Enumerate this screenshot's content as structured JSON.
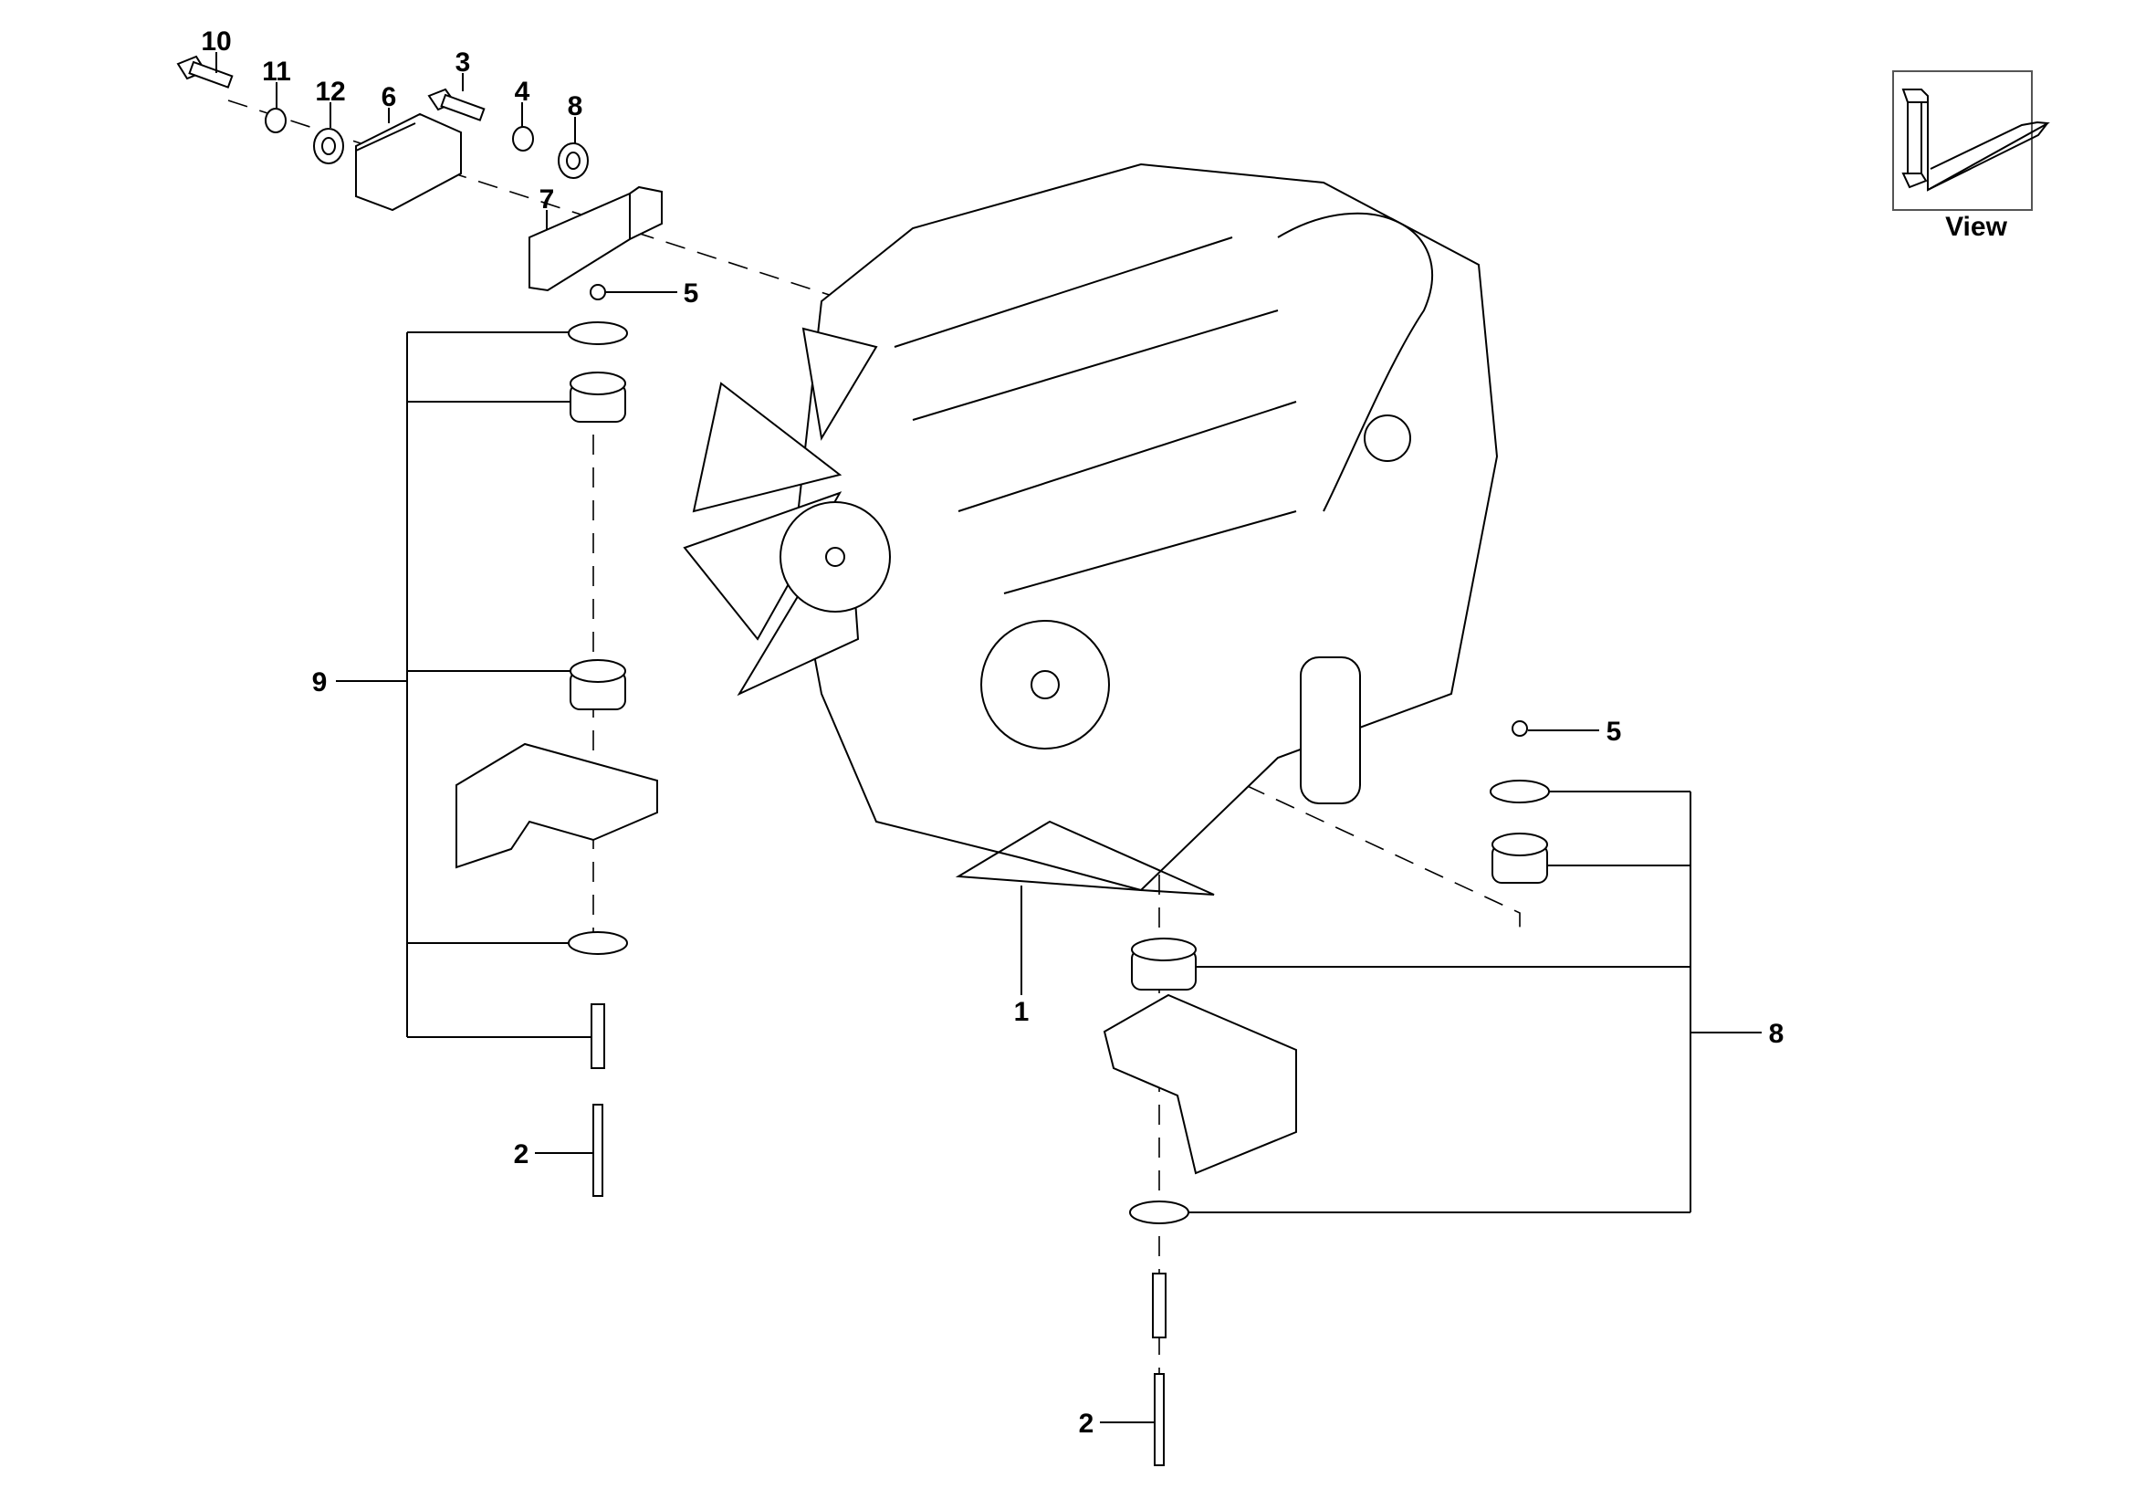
{
  "callouts": {
    "c10": "10",
    "c11": "11",
    "c12": "12",
    "c6": "6",
    "c3": "3",
    "c4": "4",
    "c8_top": "8",
    "c7": "7",
    "c5_top": "5",
    "c9": "9",
    "c1": "1",
    "c2_left": "2",
    "c5_right": "5",
    "c8_right": "8",
    "c2_bottom": "2"
  },
  "view_inset": {
    "label": "View"
  }
}
